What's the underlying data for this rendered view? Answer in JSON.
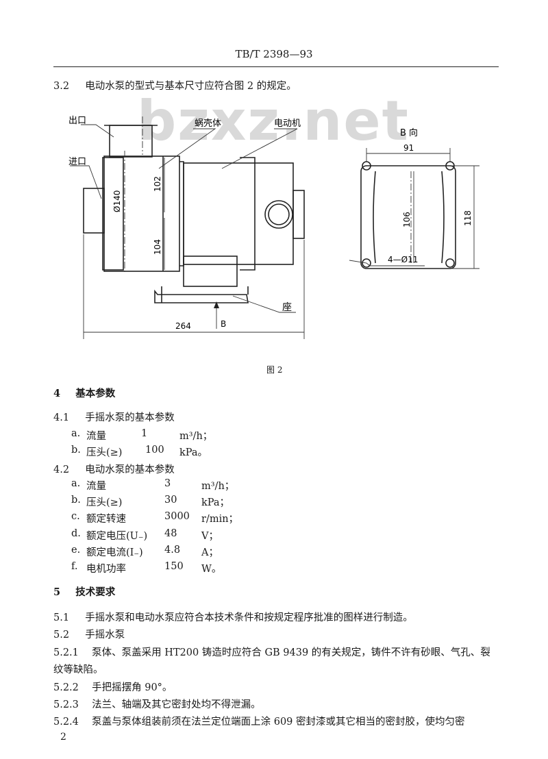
{
  "header": {
    "standard_code": "TB/T 2398—93"
  },
  "watermark": "bzxz.net",
  "sec_3_2": {
    "num": "3.2",
    "text": "电动水泵的型式与基本尺寸应符合图 2 的规定。"
  },
  "figure": {
    "labels": {
      "outlet": "出口",
      "volute": "蜗壳体",
      "motor": "电动机",
      "inlet": "进口",
      "base": "座",
      "view_b": "B 向",
      "arrow_b": "B"
    },
    "dimensions": {
      "d140": "Ø140",
      "d102": "102",
      "d104": "104",
      "d264": "264",
      "d91": "91",
      "d106": "106",
      "d118": "118",
      "holes": "4—Ø11"
    },
    "caption": "图 2"
  },
  "sec_4": {
    "num": "4",
    "title": "基本参数"
  },
  "sec_4_1": {
    "num": "4.1",
    "title": "手摇水泵的基本参数",
    "params": [
      {
        "letter": "a.",
        "name": "流量",
        "value": "1",
        "unit": "m³/h；"
      },
      {
        "letter": "b.",
        "name": "压头(≥)",
        "value": "100",
        "unit": "kPa。"
      }
    ]
  },
  "sec_4_2": {
    "num": "4.2",
    "title": "电动水泵的基本参数",
    "params": [
      {
        "letter": "a.",
        "name": "流量",
        "value": "3",
        "unit": "m³/h；"
      },
      {
        "letter": "b.",
        "name": "压头(≥)",
        "value": "30",
        "unit": "kPa；"
      },
      {
        "letter": "c.",
        "name": "额定转速",
        "value": "3000",
        "unit": "r/min；"
      },
      {
        "letter": "d.",
        "name": "额定电压(U₋)",
        "value": "48",
        "unit": "V；"
      },
      {
        "letter": "e.",
        "name": "额定电流(I₋)",
        "value": "4.8",
        "unit": "A；"
      },
      {
        "letter": "f.",
        "name": "电机功率",
        "value": "150",
        "unit": "W。"
      }
    ]
  },
  "sec_5": {
    "num": "5",
    "title": "技术要求"
  },
  "sec_5_1": {
    "num": "5.1",
    "text": "手摇水泵和电动水泵应符合本技术条件和按规定程序批准的图样进行制造。"
  },
  "sec_5_2": {
    "num": "5.2",
    "text": "手摇水泵"
  },
  "sec_5_2_1": {
    "num": "5.2.1",
    "line1": "泵体、泵盖采用 HT200 铸造时应符合 GB 9439 的有关规定，铸件不许有砂眼、气孔、裂",
    "line2": "纹等缺陷。"
  },
  "sec_5_2_2": {
    "num": "5.2.2",
    "text": "手把摇摆角 90°。"
  },
  "sec_5_2_3": {
    "num": "5.2.3",
    "text": "法兰、轴端及其它密封处均不得泄漏。"
  },
  "sec_5_2_4": {
    "num": "5.2.4",
    "text": "泵盖与泵体组装前须在法兰定位端面上涂 609 密封漆或其它相当的密封胶，使均匀密"
  },
  "footer": {
    "page_number": "2"
  }
}
